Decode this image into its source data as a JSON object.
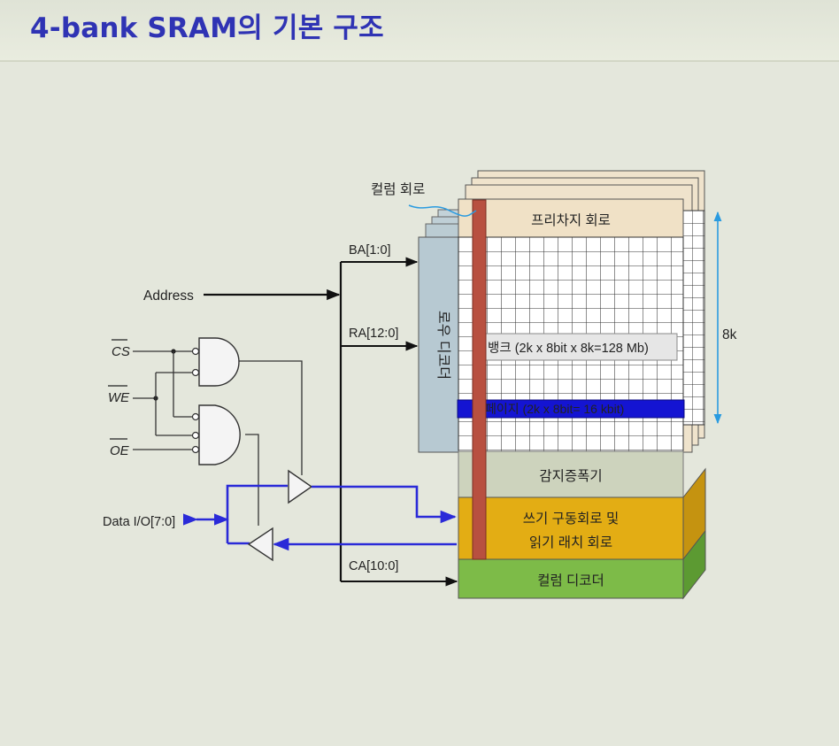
{
  "title": "4-bank SRAM의 기본 구조",
  "labels": {
    "column_circuit": "컬럼 회로",
    "precharge": "프리차지 회로",
    "ba": "BA[1:0]",
    "address": "Address",
    "ra": "RA[12:0]",
    "row_decoder": "로우 디코더",
    "bank": "뱅크 (2k x 8bit x 8k=128 Mb)",
    "page": "페이지 (2k x 8bit= 16 kbit)",
    "size_8k": "8k",
    "cs": "CS",
    "we": "WE",
    "oe": "OE",
    "sense_amp": "감지증폭기",
    "write_driver_line1": "쓰기 구동회로 및",
    "write_driver_line2": "읽기 래치 회로",
    "data_io": "Data I/O[7:0]",
    "ca": "CA[10:0]",
    "column_decoder": "컬럼 디코더"
  },
  "colors": {
    "title": "#2f33b4",
    "signal_blue": "#2a2ad8",
    "page_bar": "#1414d2",
    "row_decoder": "#b7c9d2",
    "precharge": "#f0e1c6",
    "sense_amp": "#cdd3bd",
    "write_driver": "#e3ad14",
    "column_decoder": "#7dbb48",
    "column_bar": "#b85040",
    "dim_arrow": "#2a9be0",
    "size_label": "#c0392b"
  }
}
